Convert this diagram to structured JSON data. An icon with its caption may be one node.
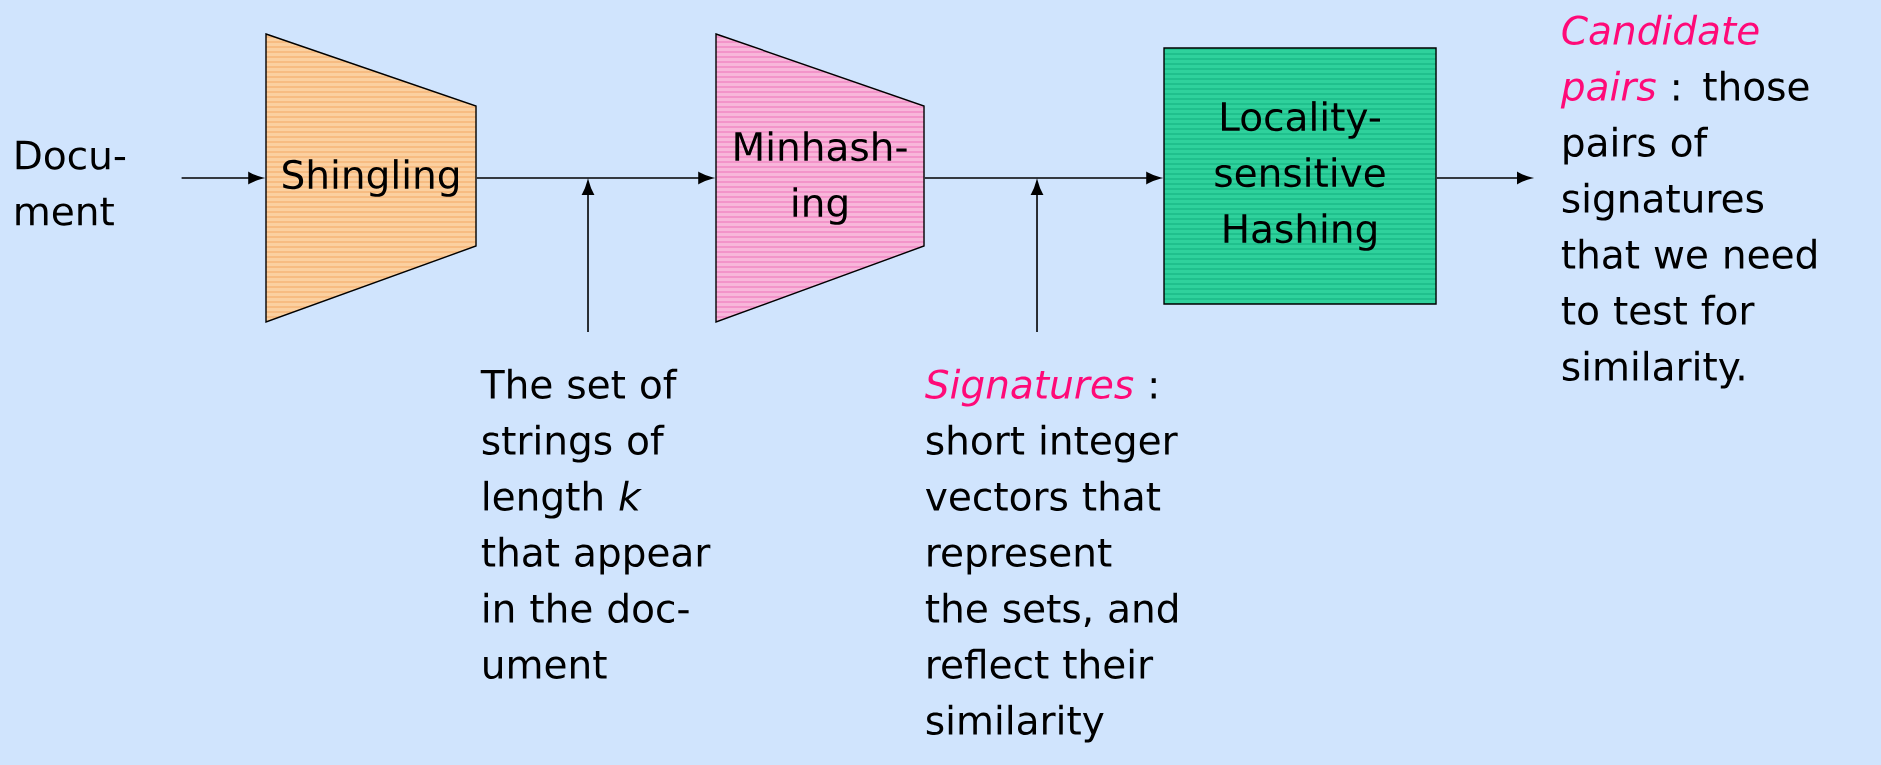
{
  "diagram": {
    "nodes": [
      {
        "text": [
          "Docu- ment"
        ]
      },
      {
        "text": [
          "Shingling"
        ]
      },
      {
        "text": [
          "Minhash- ing"
        ]
      },
      {
        "text": [
          "Locality- sensitive Hashing"
        ]
      },
      {
        "text": [
          "Candidate pairs",
          ": those pairs of signatures that we need to test for similarity."
        ]
      },
      {
        "text": [
          "The set of strings of length *k* that appear in the doc- ument"
        ]
      },
      {
        "text": [
          "Signatures",
          ": short integer vectors that represent the sets, and reflect their similarity"
        ]
      }
    ],
    "edges": [
      {
        "from": 0,
        "to": 1,
        "arrow": "to"
      },
      {
        "from": 1,
        "to": 2,
        "arrow": "to"
      },
      {
        "from": 2,
        "to": 3,
        "arrow": "to"
      },
      {
        "from": 3,
        "to": 4,
        "arrow": "to"
      },
      {
        "from": 5,
        "to": null,
        "arrow": "to"
      },
      {
        "from": 6,
        "to": null,
        "arrow": "to"
      }
    ]
  }
}
